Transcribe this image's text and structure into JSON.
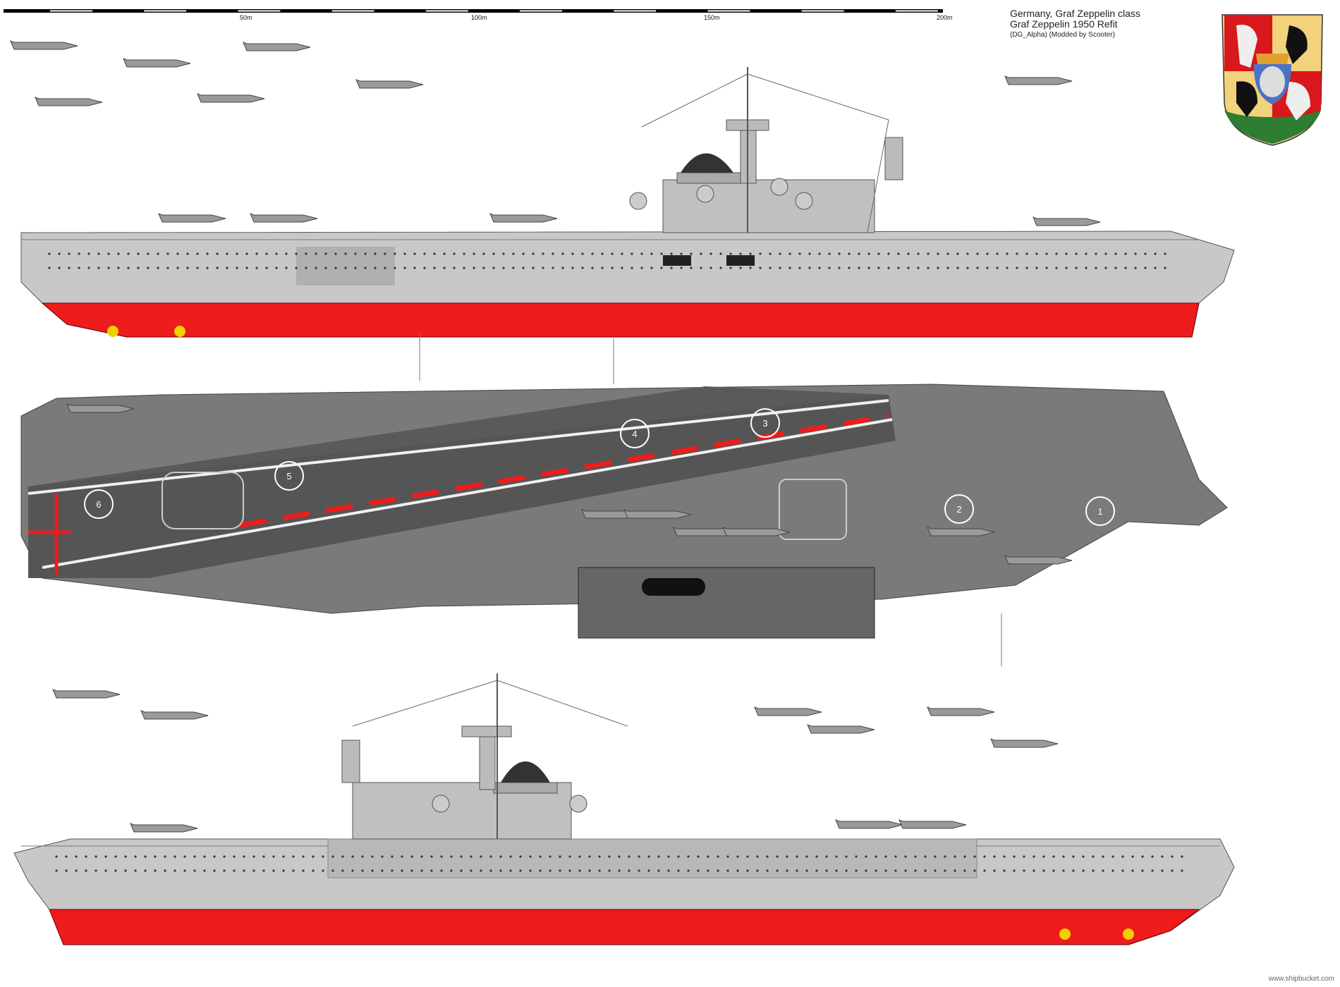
{
  "title": {
    "line1": "Germany, Graf Zeppelin class",
    "line2": "Graf Zeppelin 1950 Refit",
    "line3": "(DG_Alpha)  (Modded by Scooter)"
  },
  "scale_bar": {
    "labels": [
      "50m",
      "100m",
      "150m",
      "200m"
    ],
    "max_m": 200
  },
  "deck_spot_numbers": [
    "1",
    "2",
    "3",
    "4",
    "5",
    "6"
  ],
  "credit": "www.shipbucket.com",
  "colors": {
    "hull_red": "#ee1c1c",
    "hull_gray": "#c8c8c8",
    "deck": "#5a5a5a",
    "deck_stripe": "#ee1c1c"
  }
}
